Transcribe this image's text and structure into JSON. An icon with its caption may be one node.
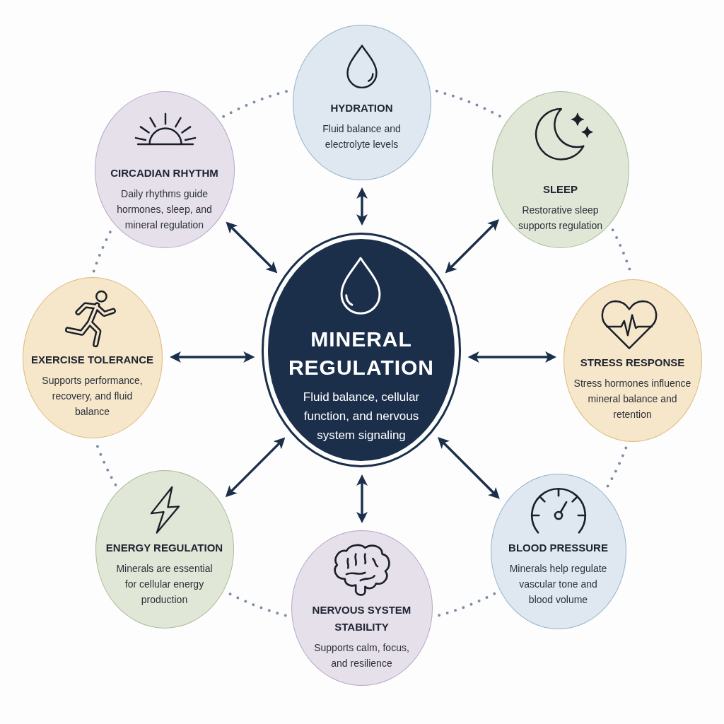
{
  "diagram": {
    "nodes": [
      {
        "text": [
          "MINERAL REGULATION",
          "Fluid balance, cellular function, and nervous system signaling"
        ]
      },
      {
        "text": [
          "HYDRATION",
          "Fluid balance and electrolyte levels"
        ]
      },
      {
        "text": [
          "SLEEP",
          "Restorative sleep supports regulation"
        ]
      },
      {
        "text": [
          "STRESS RESPONSE",
          "Stress hormones influence mineral balance and retention"
        ]
      },
      {
        "text": [
          "BLOOD PRESSURE",
          "Minerals help regulate vascular tone and blood volume"
        ]
      },
      {
        "text": [
          "NERVOUS SYSTEM STABILITY",
          "Supports calm, focus, and resilience"
        ]
      },
      {
        "text": [
          "ENERGY REGULATION",
          "Minerals are essential for cellular energy production"
        ]
      },
      {
        "text": [
          "EXERCISE TOLERANCE",
          "Supports performance, recovery, and fluid balance"
        ]
      },
      {
        "text": [
          "CIRCADIAN RHYTHM",
          "Daily rhythms guide hormones, sleep, and mineral regulation"
        ]
      }
    ],
    "edges": [
      {
        "from": 0,
        "to": 1,
        "arrow": "both"
      },
      {
        "from": 0,
        "to": 2,
        "arrow": "both"
      },
      {
        "from": 0,
        "to": 3,
        "arrow": "both"
      },
      {
        "from": 0,
        "to": 4,
        "arrow": "both"
      },
      {
        "from": 0,
        "to": 5,
        "arrow": "both"
      },
      {
        "from": 0,
        "to": 6,
        "arrow": "both"
      },
      {
        "from": 0,
        "to": 7,
        "arrow": "both"
      },
      {
        "from": 0,
        "to": 8,
        "arrow": "both"
      },
      {
        "from": 1,
        "to": 2,
        "arrow": "none",
        "style": "dashed",
        "color": "#7b8ca5"
      },
      {
        "from": 2,
        "to": 3,
        "arrow": "none",
        "style": "dashed",
        "color": "#7b8ca5"
      },
      {
        "from": 3,
        "to": 4,
        "arrow": "none",
        "style": "dashed",
        "color": "#7b8ca5"
      },
      {
        "from": 4,
        "to": 5,
        "arrow": "none",
        "style": "dashed",
        "color": "#7b8ca5"
      },
      {
        "from": 5,
        "to": 6,
        "arrow": "none",
        "style": "dashed",
        "color": "#7b8ca5"
      },
      {
        "from": 6,
        "to": 7,
        "arrow": "none",
        "style": "dashed",
        "color": "#7b8ca5"
      },
      {
        "from": 7,
        "to": 8,
        "arrow": "none",
        "style": "dashed",
        "color": "#7b8ca5"
      },
      {
        "from": 8,
        "to": 1,
        "arrow": "none",
        "style": "dashed",
        "color": "#7b8ca5"
      }
    ]
  }
}
